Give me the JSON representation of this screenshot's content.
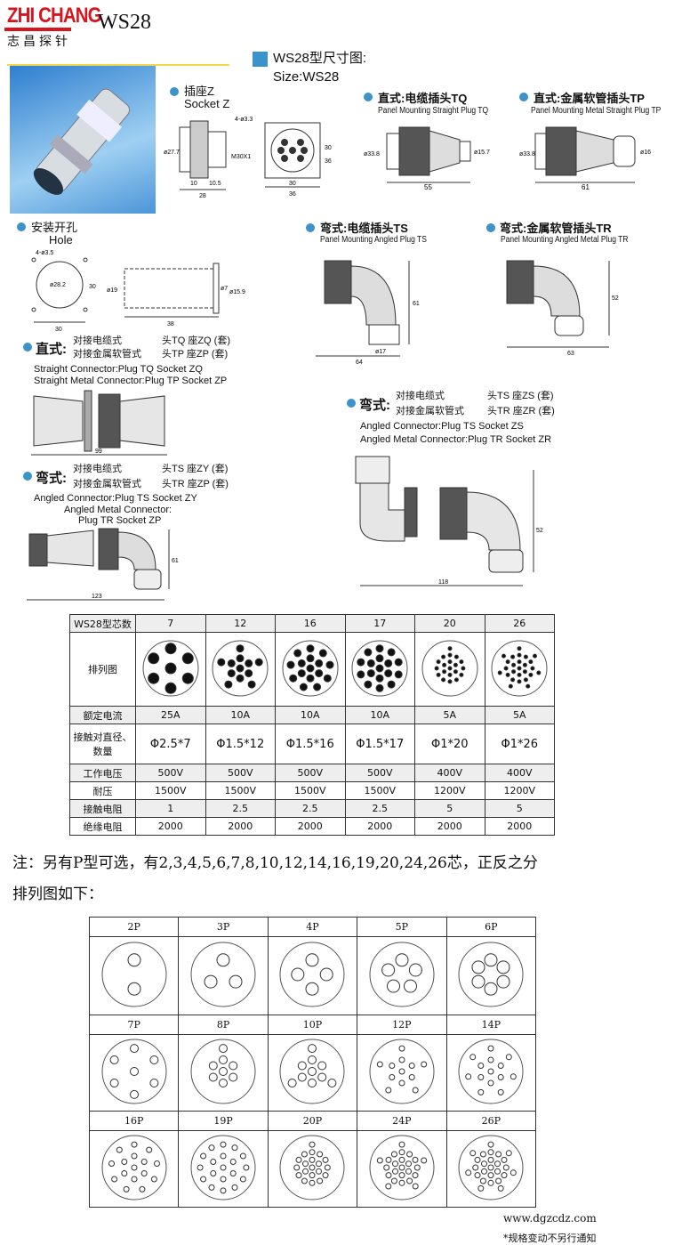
{
  "header": {
    "logo_en": "ZHI CHANG",
    "logo_cn": "志昌探针",
    "model": "WS28"
  },
  "size_title": {
    "cn": "WS28型尺寸图:",
    "en": "Size:WS28"
  },
  "parts": {
    "socket_z": {
      "cn": "插座Z",
      "en": "Socket Z",
      "dims": [
        "4-ø3.3",
        "ø27.7",
        "10",
        "10.5",
        "28",
        "M30X1",
        "30",
        "36",
        "30",
        "36"
      ]
    },
    "plug_tq": {
      "cn": "直式:电缆插头TQ",
      "en": "Panel Mounting Straight Plug TQ",
      "dims": [
        "ø33.8",
        "ø15.7",
        "55"
      ]
    },
    "plug_tp": {
      "cn": "直式:金属软管插头TP",
      "en": "Panel Mounting Metal Straight Plug TP",
      "dims": [
        "ø33.8",
        "ø16",
        "61"
      ]
    },
    "hole": {
      "cn": "安装开孔",
      "en": "Hole",
      "dims": [
        "4-ø3.5",
        "ø28.2",
        "30",
        "30",
        "ø19",
        "ø7",
        "ø15.9",
        "38"
      ]
    },
    "plug_ts": {
      "cn": "弯式:电缆插头TS",
      "en": "Panel Mounting Angled Plug TS",
      "dims": [
        "61",
        "64",
        "ø17"
      ]
    },
    "plug_tr": {
      "cn": "弯式:金属软管插头TR",
      "en": "Panel Mounting Angled Metal Plug TR",
      "dims": [
        "52",
        "63"
      ]
    }
  },
  "assemblies": {
    "straight": {
      "prefix": "直式:",
      "l1a": "对接电缆式",
      "l1b": "头TQ  座ZQ (套)",
      "l2a": "对接金属软管式",
      "l2b": "头TP  座ZP (套)",
      "en1": "Straight Connector:Plug TQ Socket ZQ",
      "en2": "Straight Metal Connector:Plug TP Socket ZP",
      "dim": "99"
    },
    "angled_right": {
      "prefix": "弯式:",
      "l1a": "对接电缆式",
      "l1b": "头TS  座ZS (套)",
      "l2a": "对接金属软管式",
      "l2b": "头TR  座ZR (套)",
      "en1": "Angled Connector:Plug TS Socket ZS",
      "en2": "Angled Metal Connector:Plug TR Socket ZR",
      "dims": [
        "52",
        "118"
      ]
    },
    "angled_left": {
      "prefix": "弯式:",
      "l1a": "对接电缆式",
      "l1b": "头TS  座ZY (套)",
      "l2a": "对接金属软管式",
      "l2b": "头TR  座ZP (套)",
      "en1": "Angled Connector:Plug TS Socket ZY",
      "en2": "Angled Metal Connector:",
      "en3": "Plug TR Socket ZP",
      "dims": [
        "61",
        "123"
      ]
    }
  },
  "spec_table": {
    "headers": [
      "WS28型芯数",
      "7",
      "12",
      "16",
      "17",
      "20",
      "26"
    ],
    "diagram_label": "排列图",
    "rows": [
      {
        "label": "额定电流",
        "values": [
          "25A",
          "10A",
          "10A",
          "10A",
          "5A",
          "5A"
        ],
        "shade": true
      },
      {
        "label": "接触对直径、数量",
        "values": [
          "Φ2.5*7",
          "Φ1.5*12",
          "Φ1.5*16",
          "Φ1.5*17",
          "Φ1*20",
          "Φ1*26"
        ],
        "shade": false
      },
      {
        "label": "工作电压",
        "values": [
          "500V",
          "500V",
          "500V",
          "500V",
          "400V",
          "400V"
        ],
        "shade": true
      },
      {
        "label": "耐压",
        "values": [
          "1500V",
          "1500V",
          "1500V",
          "1500V",
          "1200V",
          "1200V"
        ],
        "shade": false
      },
      {
        "label": "接触电阻",
        "values": [
          "1",
          "2.5",
          "2.5",
          "2.5",
          "5",
          "5"
        ],
        "shade": true
      },
      {
        "label": "绝缘电阻",
        "values": [
          "2000",
          "2000",
          "2000",
          "2000",
          "2000",
          "2000"
        ],
        "shade": false
      }
    ]
  },
  "note": {
    "line1": "注：另有P型可选，有2,3,4,5,6,7,8,10,12,14,16,19,20,24,26芯，正反之分",
    "line2": "排列图如下："
  },
  "p_types": [
    "2P",
    "3P",
    "4P",
    "5P",
    "6P",
    "7P",
    "8P",
    "10P",
    "12P",
    "14P",
    "16P",
    "19P",
    "20P",
    "24P",
    "26P"
  ],
  "footer": {
    "url": "www.dgzcdz.com",
    "notice": "*规格变动不另行通知"
  }
}
